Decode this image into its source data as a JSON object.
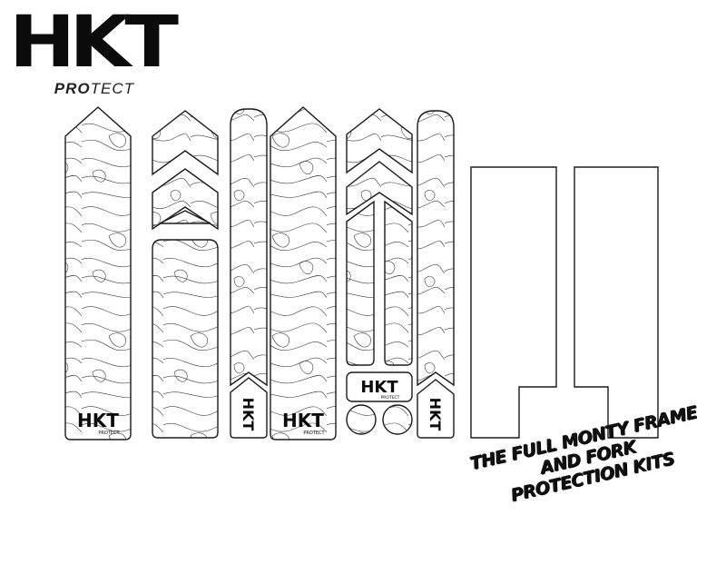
{
  "brand": {
    "logo_text": "HKT",
    "subtitle_pro": "PRO",
    "subtitle_rest": "TECT"
  },
  "panel_logo": {
    "text": "HKT",
    "sub": "PROTECT"
  },
  "tagline": {
    "line1": "THE FULL MONTY FRAME AND FORK",
    "line2": "PROTECTION KITS"
  },
  "colors": {
    "background": "#ffffff",
    "outline": "#1a1a1a",
    "contour": "#3a3a3a",
    "brand": "#0b0b0b"
  }
}
